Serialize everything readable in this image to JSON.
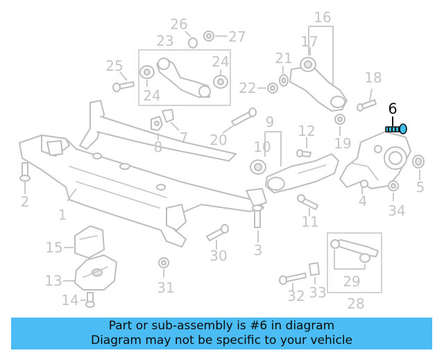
{
  "highlighted_part": "6",
  "callouts": {
    "c1": "1",
    "c2": "2",
    "c3": "3",
    "c4": "4",
    "c5": "5",
    "c6": "6",
    "c7": "7",
    "c8": "8",
    "c9": "9",
    "c10": "10",
    "c11": "11",
    "c12": "12",
    "c13": "13",
    "c14": "14",
    "c15": "15",
    "c16": "16",
    "c17": "17",
    "c18": "18",
    "c19": "19",
    "c20": "20",
    "c21": "21",
    "c22": "22",
    "c23": "23",
    "c24a": "24",
    "c24b": "24",
    "c25": "25",
    "c26": "26",
    "c27": "27",
    "c28": "28",
    "c29": "29",
    "c30": "30",
    "c31": "31",
    "c32": "32",
    "c33": "33",
    "c34": "34"
  },
  "banner": {
    "line1": "Part or sub-assembly is #6 in diagram",
    "line2": "Diagram may not be specific to your vehicle"
  },
  "colors": {
    "banner_bg": "#4cbdf4",
    "highlight_part": "#3ec0ef",
    "line_art": "#bdbdbd"
  }
}
